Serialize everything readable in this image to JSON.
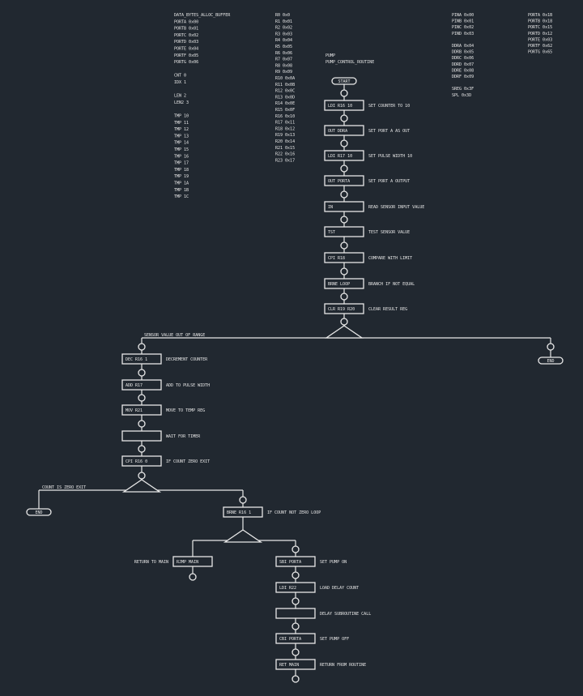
{
  "symbols_left": [
    "DATA_BYTES_ALLOC_BUFFER",
    "PORTA 0x00",
    "PORTB 0x01",
    "PORTC 0x02",
    "PORTD 0x03",
    "PORTE 0x04",
    "PORTF 0x05",
    "PORTG 0x06",
    "",
    "CNT 0",
    "IDX 1",
    "",
    "LEN 2",
    "LEN2 3",
    "",
    "TMP 10",
    "TMP 11",
    "TMP 12",
    "TMP 13",
    "TMP 14",
    "TMP 15",
    "TMP 16",
    "TMP 17",
    "TMP 18",
    "TMP 19",
    "TMP 1A",
    "TMP 1B",
    "TMP 1C"
  ],
  "symbols_mid": [
    "R0 0x0",
    "R1 0x01",
    "R2 0x02",
    "R3 0x03",
    "R4 0x04",
    "R5 0x05",
    "R6 0x06",
    "R7 0x07",
    "R8 0x08",
    "R9 0x09",
    "R10 0x0A",
    "R11 0x0B",
    "R12 0x0C",
    "R13 0x0D",
    "R14 0x0E",
    "R15 0x0F",
    "R16 0x10",
    "R17 0x11",
    "R18 0x12",
    "R19 0x13",
    "R20 0x14",
    "R21 0x15",
    "R22 0x16",
    "R23 0x17"
  ],
  "symbols_right1": [
    "PINA 0x00",
    "PINB 0x01",
    "PINC 0x02",
    "PIND 0x03",
    "",
    "DDRA 0x04",
    "DDRB 0x05",
    "DDRC 0x06",
    "DDRD 0x07",
    "DDRE 0x08",
    "DDRF 0x09",
    "",
    "SREG 0x3F",
    "SPL 0x3D"
  ],
  "symbols_right2": [
    "PORTA 0x1B",
    "PORTB 0x18",
    "PORTC 0x15",
    "PORTD 0x12",
    "PORTE 0x03",
    "PORTF 0x62",
    "PORTG 0x65"
  ],
  "title": {
    "name": "PUMP",
    "subtitle": "PUMP_CONTROL_ROUTINE"
  },
  "start_label": "START",
  "main_steps": [
    {
      "label": "LDI R16 10",
      "comment": "SET COUNTER TO 10"
    },
    {
      "label": "OUT DDRA",
      "comment": "SET PORT A AS OUT"
    },
    {
      "label": "LDI R17 10",
      "comment": "SET PULSE WIDTH 10"
    },
    {
      "label": "OUT PORTA",
      "comment": "SET PORT A OUTPUT"
    },
    {
      "label": "IN",
      "comment": "READ SENSOR INPUT VALUE"
    },
    {
      "label": "TST",
      "comment": "TEST SENSOR VALUE"
    },
    {
      "label": "CPI R18",
      "comment": "COMPARE WITH LIMIT"
    },
    {
      "label": "BRNE LOOP",
      "comment": "BRANCH IF NOT EQUAL"
    },
    {
      "label": "CLR R19 R20",
      "comment": "CLEAR RESULT REG"
    }
  ],
  "branch1_label": "SENSOR VALUE OUT OF RANGE",
  "branch1_end": "END",
  "left_steps": [
    {
      "label": "DEC R16 1",
      "comment": "DECREMENT COUNTER"
    },
    {
      "label": "ADD R17",
      "comment": "ADD TO PULSE WIDTH"
    },
    {
      "label": "MOV R21",
      "comment": "MOVE TO TEMP REG"
    },
    {
      "label": "",
      "comment": "WAIT FOR TIMER"
    },
    {
      "label": "CPI R16 0",
      "comment": "IF COUNT ZERO EXIT"
    }
  ],
  "branch2_label": "COUNT IS ZERO EXIT",
  "branch2_end": "END",
  "mid_step": {
    "label": "BRNE R16 1",
    "comment": "IF COUNT NOT ZERO LOOP"
  },
  "left_final": {
    "label": "RJMP MAIN",
    "comment": "RETURN TO MAIN"
  },
  "right_steps": [
    {
      "label": "SBI PORTA",
      "comment": "SET PUMP ON"
    },
    {
      "label": "LDI R22",
      "comment": "LOAD DELAY COUNT"
    },
    {
      "label": "",
      "comment": "DELAY SUBROUTINE CALL"
    },
    {
      "label": "CBI PORTA",
      "comment": "SET PUMP OFF"
    },
    {
      "label": "RET MAIN",
      "comment": "RETURN FROM ROUTINE"
    }
  ]
}
